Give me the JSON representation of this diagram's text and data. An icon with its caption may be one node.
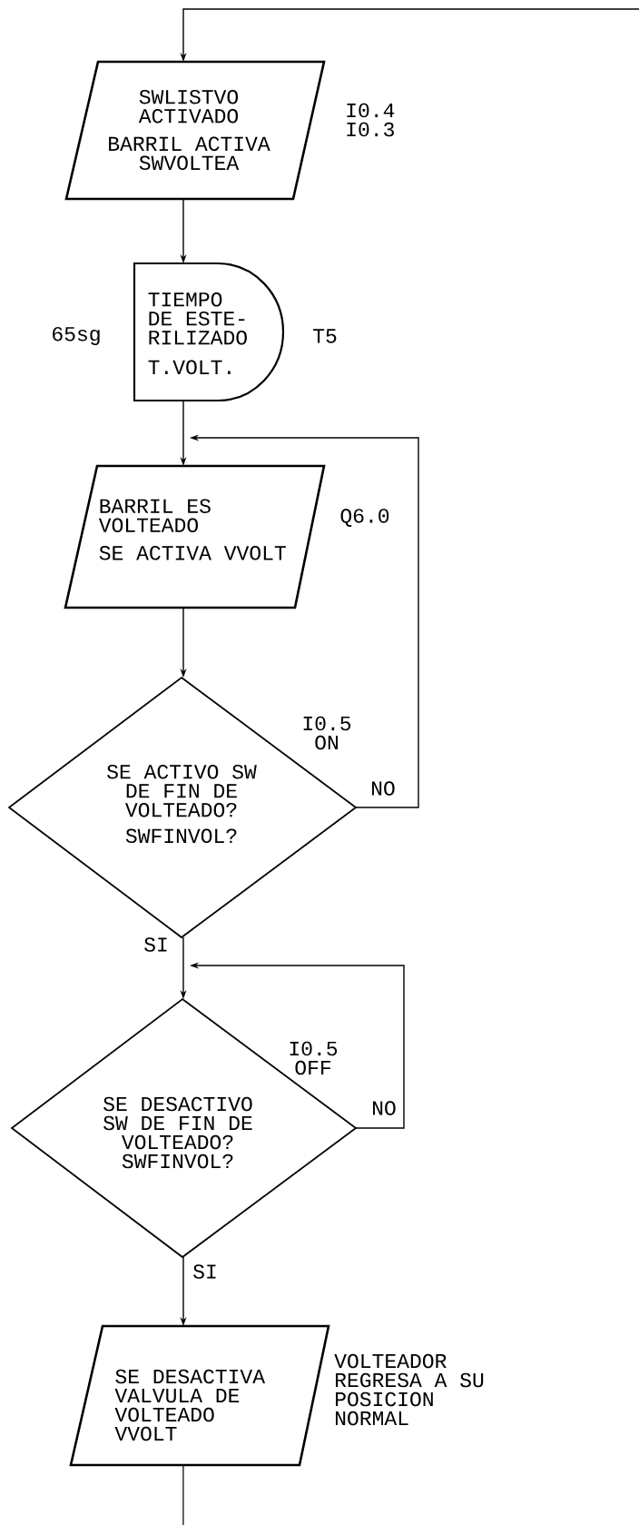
{
  "diagram": {
    "nodes": [
      {
        "text": [
          "SWLISTVO ACTIVADO",
          "BARRIL ACTIVA SWVOLTEA"
        ],
        "beside": [
          "I0.4 I0.3"
        ]
      },
      {
        "text": [
          "TIEMPO DE ESTE- RILIZADO",
          "T.VOLT."
        ],
        "beside": [
          "65sg",
          "T5"
        ]
      },
      {
        "text": [
          "BARRIL ES VOLTEADO",
          "SE ACTIVA VVOLT"
        ],
        "beside": [
          "Q6.0"
        ]
      },
      {
        "text": [
          "SE ACTIVO SW DE FIN DE VOLTEADO?",
          "SWFINVOL?"
        ],
        "beside": [
          "I0.5 ON"
        ]
      },
      {
        "text": [
          "SE DESACTIVO SW DE FIN DE VOLTEADO? SWFINVOL?"
        ],
        "beside": [
          "I0.5 OFF"
        ]
      },
      {
        "text": [
          "SE DESACTIVA VALVULA DE VOLTEADO VVOLT"
        ],
        "beside": [
          "VOLTEADOR REGRESA A SU POSICION NORMAL"
        ]
      }
    ],
    "edges": [
      {
        "from": null,
        "to": 0,
        "arrow": "to"
      },
      {
        "from": 0,
        "to": 1,
        "arrow": "to"
      },
      {
        "from": 1,
        "to": 2,
        "arrow": "to"
      },
      {
        "from": 2,
        "to": 3,
        "arrow": "to"
      },
      {
        "from": 3,
        "to": 2,
        "arrow": "to",
        "label": "NO"
      },
      {
        "from": 3,
        "to": 4,
        "arrow": "to",
        "label": "SI"
      },
      {
        "from": 4,
        "to": 4,
        "arrow": "to",
        "label": "NO"
      },
      {
        "from": 4,
        "to": 5,
        "arrow": "to",
        "label": "SI"
      },
      {
        "from": 5,
        "to": null,
        "arrow": "none"
      }
    ]
  }
}
